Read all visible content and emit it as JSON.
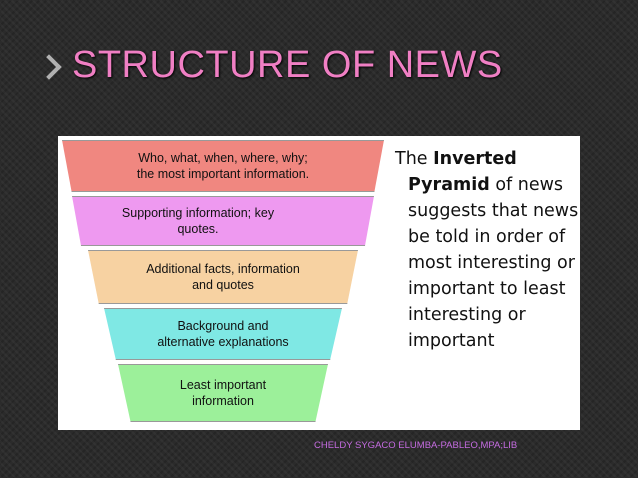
{
  "slide": {
    "title": "STRUCTURE OF NEWS",
    "credit": "CHELDY SYGACO ELUMBA-PABLEO,MPA;LIB"
  },
  "pyramid": {
    "layers": [
      {
        "line1": "Who, what, when, where, why;",
        "line2": "the most important information.",
        "color": "#f08780"
      },
      {
        "line1": "Supporting information; key quotes.",
        "line2": "",
        "color": "#ee99f0"
      },
      {
        "line1": "Additional facts, information",
        "line2": "and quotes",
        "color": "#f7d2a2"
      },
      {
        "line1": "Background and",
        "line2": "alternative explanations",
        "color": "#7fe8e4"
      },
      {
        "line1": "Least important",
        "line2": "information",
        "color": "#9cf09a"
      }
    ]
  },
  "description": {
    "part1": "The ",
    "emphasis": "Inverted Pyramid",
    "part2": " of news suggests that news be told in order of most interesting or important to least interesting or important"
  },
  "colors": {
    "title": "#f07fc4",
    "credit": "#c46be0"
  }
}
